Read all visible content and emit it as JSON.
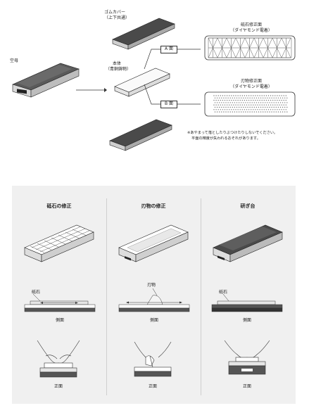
{
  "top": {
    "empty_label": "空母",
    "rubber_cover_label": "ゴムカバー",
    "rubber_cover_sub": "（上下共通）",
    "body_label": "本体",
    "body_sub": "（青銅鋳物）",
    "side_a_label": "A 面",
    "side_b_label": "B 面",
    "stone_plate_label": "砥石修正面",
    "stone_plate_sub": "（ダイヤモンド電着）",
    "blade_plate_label": "刃物修正面",
    "blade_plate_sub": "（ダイヤモンド電着）",
    "note_line1": "※あやまって落としたりぶつけたりしないでください。",
    "note_line2": "平面の精度が失われるおそれがあります。"
  },
  "lower": {
    "columns": [
      {
        "title": "砥石の修正",
        "material_label": "砥石",
        "side_view": "側面",
        "front_view": "正面"
      },
      {
        "title": "刃物の修正",
        "material_label": "刃物",
        "side_view": "側面",
        "front_view": "正面"
      },
      {
        "title": "研ぎ台",
        "material_label": "砥石",
        "side_view": "側面",
        "front_view": "正面"
      }
    ]
  },
  "colors": {
    "dark_block": "#4a4a4a",
    "panel_bg": "#f0f0f0",
    "line": "#333333"
  }
}
